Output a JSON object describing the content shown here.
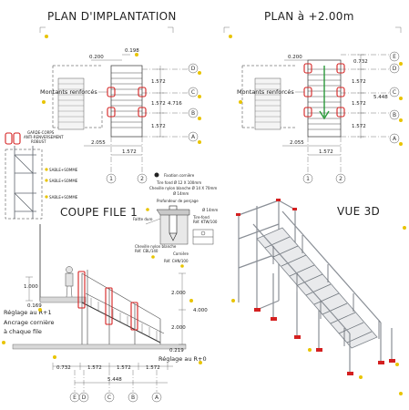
{
  "plan_implantation": {
    "title": "PLAN D'IMPLANTATION",
    "dims": {
      "top_a": "0.200",
      "top_b": "0.198",
      "r1": "1.572",
      "r2": "1.572",
      "r3": "1.572",
      "total": "4.716",
      "bottom_a": "2.055",
      "bottom_b": "1.572"
    },
    "label": "Montants renforcés",
    "axes_right": [
      "D",
      "C",
      "B",
      "A"
    ],
    "axes_bottom": [
      "1",
      "2"
    ]
  },
  "plan_2m": {
    "title": "PLAN à +2.00m",
    "dims": {
      "top_a": "0.200",
      "top_b": "0.732",
      "r1": "1.572",
      "r2": "1.572",
      "r3": "1.572",
      "total": "5.448",
      "bottom_a": "2.055",
      "bottom_b": "1.572"
    },
    "label": "Montants renforcés",
    "axes_right": [
      "E",
      "D",
      "C",
      "B",
      "A"
    ],
    "axes_bottom": [
      "1",
      "2"
    ]
  },
  "detail": {
    "lines": [
      "GARDE-CORPS",
      "ANTI-RENVERSEMENT",
      "ROBUST"
    ],
    "tags": [
      "SABLE+SOMME",
      "SABLE+SOMME",
      "SABLE+SOMME"
    ]
  },
  "coupe": {
    "title": "COUPE FILE 1",
    "dims": {
      "h1": "1.000",
      "h2": "2.000",
      "h3": "4.000",
      "h4": "2.000",
      "h5": "0.219",
      "low": "0.169",
      "b1": "0.732",
      "b2": "1.572",
      "b3": "1.572",
      "b4": "1.572",
      "total": "5.448"
    },
    "notes": [
      "Réglage au R+1",
      "Ancrage cornière",
      "à chaque file"
    ],
    "note_bottom": "Réglage au R+0",
    "axes": [
      "E",
      "D",
      "C",
      "B",
      "A"
    ]
  },
  "fixation": {
    "title": "Fixation cornière",
    "lines": [
      "Tire fond Ø 12 X 100mm",
      "Cheville nylon blanche Ø 14 X 70mm",
      "Ø 14mm"
    ],
    "labels": [
      "Profondeur de perçage",
      "Faitte duro",
      "Ø 14mm",
      "Tire-fond",
      "Réf. KTW/100",
      "Cheville nylon blanche",
      "Réf. CBL/140",
      "Cornière",
      "Réf. CHN/100"
    ]
  },
  "vue3d": {
    "title": "VUE 3D"
  }
}
